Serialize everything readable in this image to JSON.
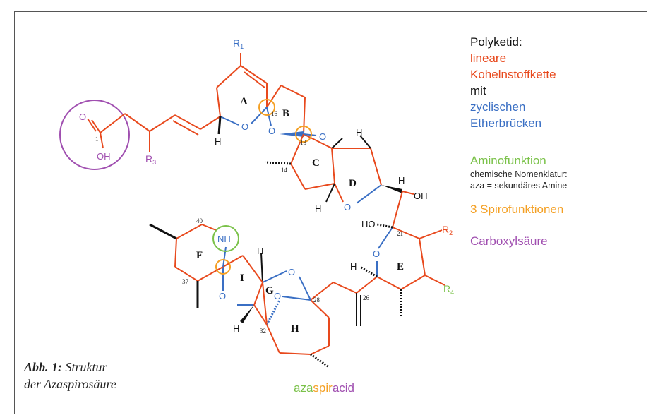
{
  "legend": {
    "polyketid": "Polyketid:",
    "lineare": "lineare",
    "kette": "Kohelnstoffkette",
    "mit": "mit",
    "zyclischen": "zyclischen",
    "ether": "Etherbrücken",
    "amino": "Aminofunktion",
    "nomen1": "chemische Nomenklatur:",
    "nomen2": "aza = sekundäres Amine",
    "spiro": "3 Spirofunktionen",
    "carboxyl": "Carboxylsäure"
  },
  "caption": {
    "label": "Abb. 1:",
    "line1": "Struktur",
    "line2": "der Azaspirosäure"
  },
  "name": {
    "aza": "aza",
    "spir": "spir",
    "acid": "acid"
  },
  "structure": {
    "rings": {
      "A": "A",
      "B": "B",
      "C": "C",
      "D": "D",
      "E": "E",
      "F": "F",
      "G": "G",
      "H": "H",
      "I": "I"
    },
    "atoms": {
      "r1": "R",
      "r1sub": "1",
      "r2": "R",
      "r2sub": "2",
      "r3": "R",
      "r3sub": "3",
      "r4": "R",
      "r4sub": "4",
      "o_carbonyl": "O",
      "oh_acid": "OH",
      "c1": "1",
      "h_a": "H",
      "h_d1": "H",
      "h_d2": "H",
      "h_d3": "H",
      "h_e": "H",
      "h_g": "H",
      "h_i": "H",
      "oh_top": "OH",
      "ho_21": "HO",
      "nh": "NH",
      "o_a": "O",
      "o_b": "O",
      "o_c": "O",
      "o_d": "O",
      "o_e": "O",
      "o_g1": "O",
      "o_g2": "O",
      "o_i": "O"
    },
    "numbers": {
      "n16": "16",
      "n13": "13",
      "n14": "14",
      "n21": "21",
      "n40": "40",
      "n37": "37",
      "n26": "26",
      "n28": "28",
      "n32": "32"
    }
  },
  "colors": {
    "black": "#111111",
    "red": "#e8491d",
    "blue": "#3a6fc4",
    "green": "#7bc24a",
    "orange": "#f4a024",
    "purple": "#a04fb0"
  }
}
